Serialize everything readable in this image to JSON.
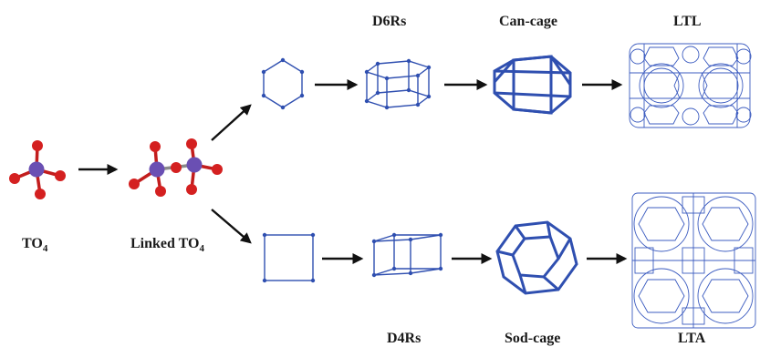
{
  "labels": {
    "to4": "TO",
    "to4_sub": "4",
    "linked_to4": "Linked TO",
    "linked_to4_sub": "4",
    "d6rs": "D6Rs",
    "can_cage": "Can-cage",
    "ltl": "LTL",
    "d4rs": "D4Rs",
    "sod_cage": "Sod-cage",
    "lta": "LTA"
  },
  "colors": {
    "framework": "#2f4fb0",
    "tetrahedral_atom": "#6a4fb3",
    "oxygen_atom": "#d42020",
    "arrow": "#111111"
  }
}
